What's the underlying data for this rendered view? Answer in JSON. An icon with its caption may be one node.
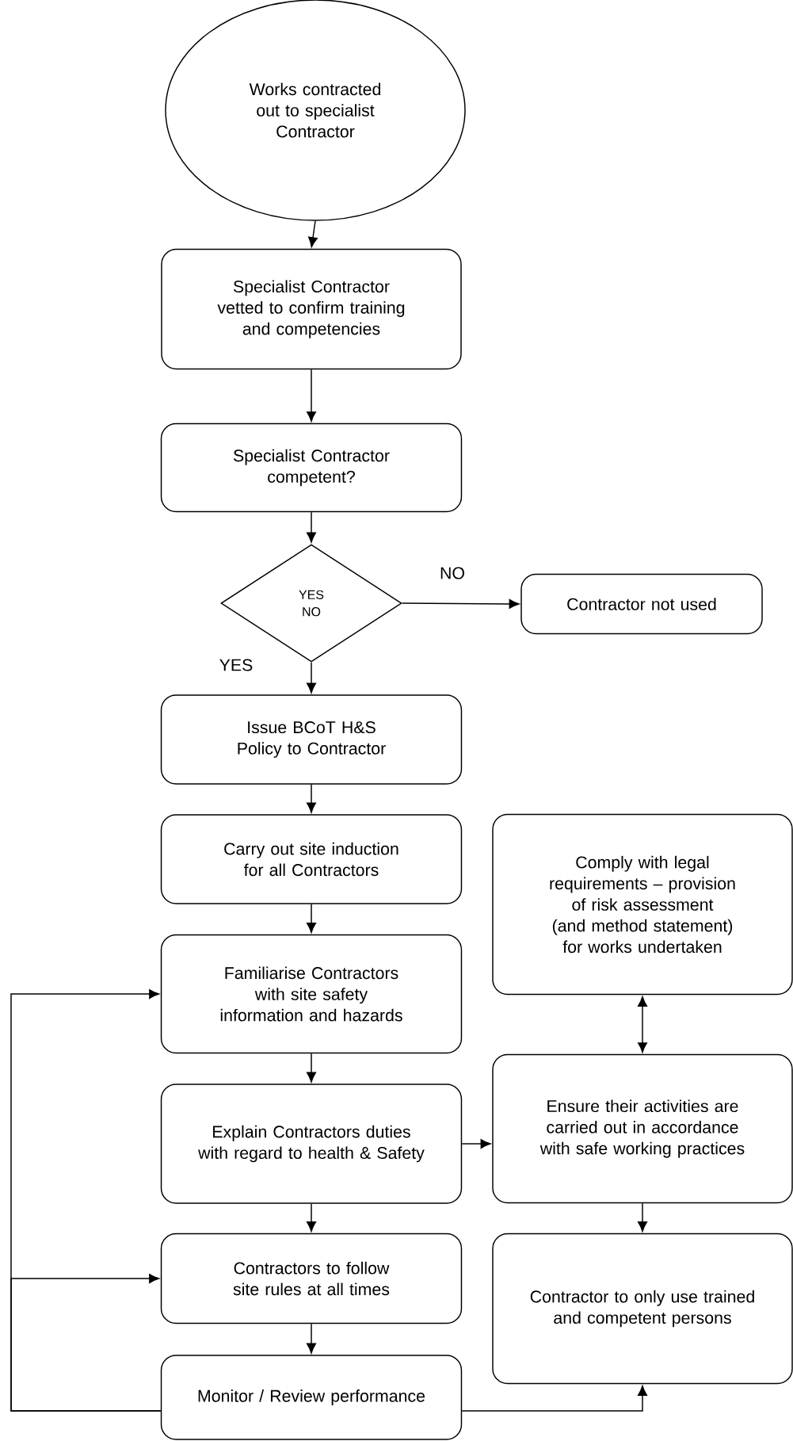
{
  "diagram": {
    "nodes": [
      {
        "text": [
          "Works contracted out to specialist Contractor"
        ]
      },
      {
        "text": [
          "Specialist Contractor vetted to confirm training and competencies"
        ]
      },
      {
        "text": [
          "Specialist Contractor competent?"
        ]
      },
      {
        "text": [
          "YES NO"
        ]
      },
      {
        "text": [
          "Contractor not used"
        ]
      },
      {
        "text": [
          "Issue BCoT H&S Policy to Contractor"
        ]
      },
      {
        "text": [
          "Carry out site induction for all Contractors"
        ]
      },
      {
        "text": [
          "Comply with legal requirements – provision of risk assessment (and method statement) for works undertaken"
        ]
      },
      {
        "text": [
          "Familiarise Contractors with site safety information and hazards"
        ]
      },
      {
        "text": [
          "Explain Contractors duties with regard to health & Safety"
        ]
      },
      {
        "text": [
          "Ensure their activities are carried out in accordance with safe working practices"
        ]
      },
      {
        "text": [
          "Contractors to follow site rules at all times"
        ]
      },
      {
        "text": [
          "Contractor to only use trained and competent persons"
        ]
      },
      {
        "text": [
          "Monitor / Review performance"
        ]
      }
    ],
    "edges": [
      {
        "from": 0,
        "to": 1,
        "arrow": "to"
      },
      {
        "from": 1,
        "to": 2,
        "arrow": "to"
      },
      {
        "from": 2,
        "to": 3,
        "arrow": "to"
      },
      {
        "from": 3,
        "to": 4,
        "arrow": "to",
        "label": "NO"
      },
      {
        "from": 3,
        "to": 5,
        "arrow": "to",
        "label": "YES"
      },
      {
        "from": 5,
        "to": 6,
        "arrow": "to"
      },
      {
        "from": 6,
        "to": 8,
        "arrow": "to"
      },
      {
        "from": 8,
        "to": 9,
        "arrow": "to"
      },
      {
        "from": 9,
        "to": 10,
        "arrow": "to"
      },
      {
        "from": 7,
        "to": 10,
        "arrow": "both"
      },
      {
        "from": 10,
        "to": 12,
        "arrow": "to"
      },
      {
        "from": 9,
        "to": 11,
        "arrow": "to"
      },
      {
        "from": 11,
        "to": 13,
        "arrow": "to"
      },
      {
        "from": 13,
        "to": 12,
        "arrow": "to"
      },
      {
        "from": 13,
        "to": 8,
        "arrow": "to"
      },
      {
        "from": 13,
        "to": 11,
        "arrow": "to"
      }
    ]
  }
}
